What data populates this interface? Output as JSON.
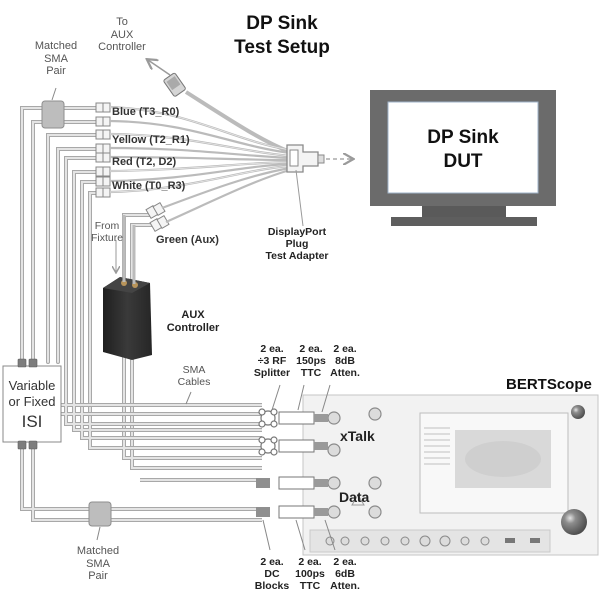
{
  "diagram": {
    "title_line1": "DP Sink",
    "title_line2": "Test Setup",
    "dut": {
      "line1": "DP Sink",
      "line2": "DUT"
    },
    "labels": {
      "to_aux": [
        "To",
        "AUX",
        "Controller"
      ],
      "matched_sma_top": [
        "Matched",
        "SMA",
        "Pair"
      ],
      "matched_sma_bottom": [
        "Matched",
        "SMA",
        "Pair"
      ],
      "from_fixture": [
        "From",
        "Fixture"
      ],
      "aux_controller": [
        "AUX",
        "Controller"
      ],
      "sma_cables": [
        "SMA",
        "Cables"
      ],
      "dp_adapter": [
        "DisplayPort",
        "Plug",
        "Test Adapter"
      ],
      "isi": [
        "Variable",
        "or Fixed",
        "ISI"
      ],
      "splitter": [
        "2 ea.",
        "÷3 RF",
        "Splitter"
      ],
      "ttc150": [
        "2 ea.",
        "150ps",
        "TTC"
      ],
      "atten8": [
        "2 ea.",
        "8dB",
        "Atten."
      ],
      "dc_blocks": [
        "2 ea.",
        "DC",
        "Blocks"
      ],
      "ttc100": [
        "2 ea.",
        "100ps",
        "TTC"
      ],
      "atten6": [
        "2 ea.",
        "6dB",
        "Atten."
      ],
      "bertscope": "BERTScope",
      "xtalk": "xTalk",
      "data": "Data"
    },
    "cables": [
      {
        "name": "blue",
        "label": "Blue (T3_R0)"
      },
      {
        "name": "yellow",
        "label": "Yellow (T2_R1)"
      },
      {
        "name": "red",
        "label": "Red (T2, D2)"
      },
      {
        "name": "white",
        "label": "White (T0_R3)"
      },
      {
        "name": "green",
        "label": "Green (Aux)"
      }
    ],
    "colors": {
      "cable": "#c8c8c8",
      "cable_edge": "#9a9a9a",
      "monitor_bezel": "#6b6b6b",
      "aux_box": "#2e2e2e",
      "instrument": "#efefef",
      "splitter_fill": "#ffffff"
    }
  }
}
